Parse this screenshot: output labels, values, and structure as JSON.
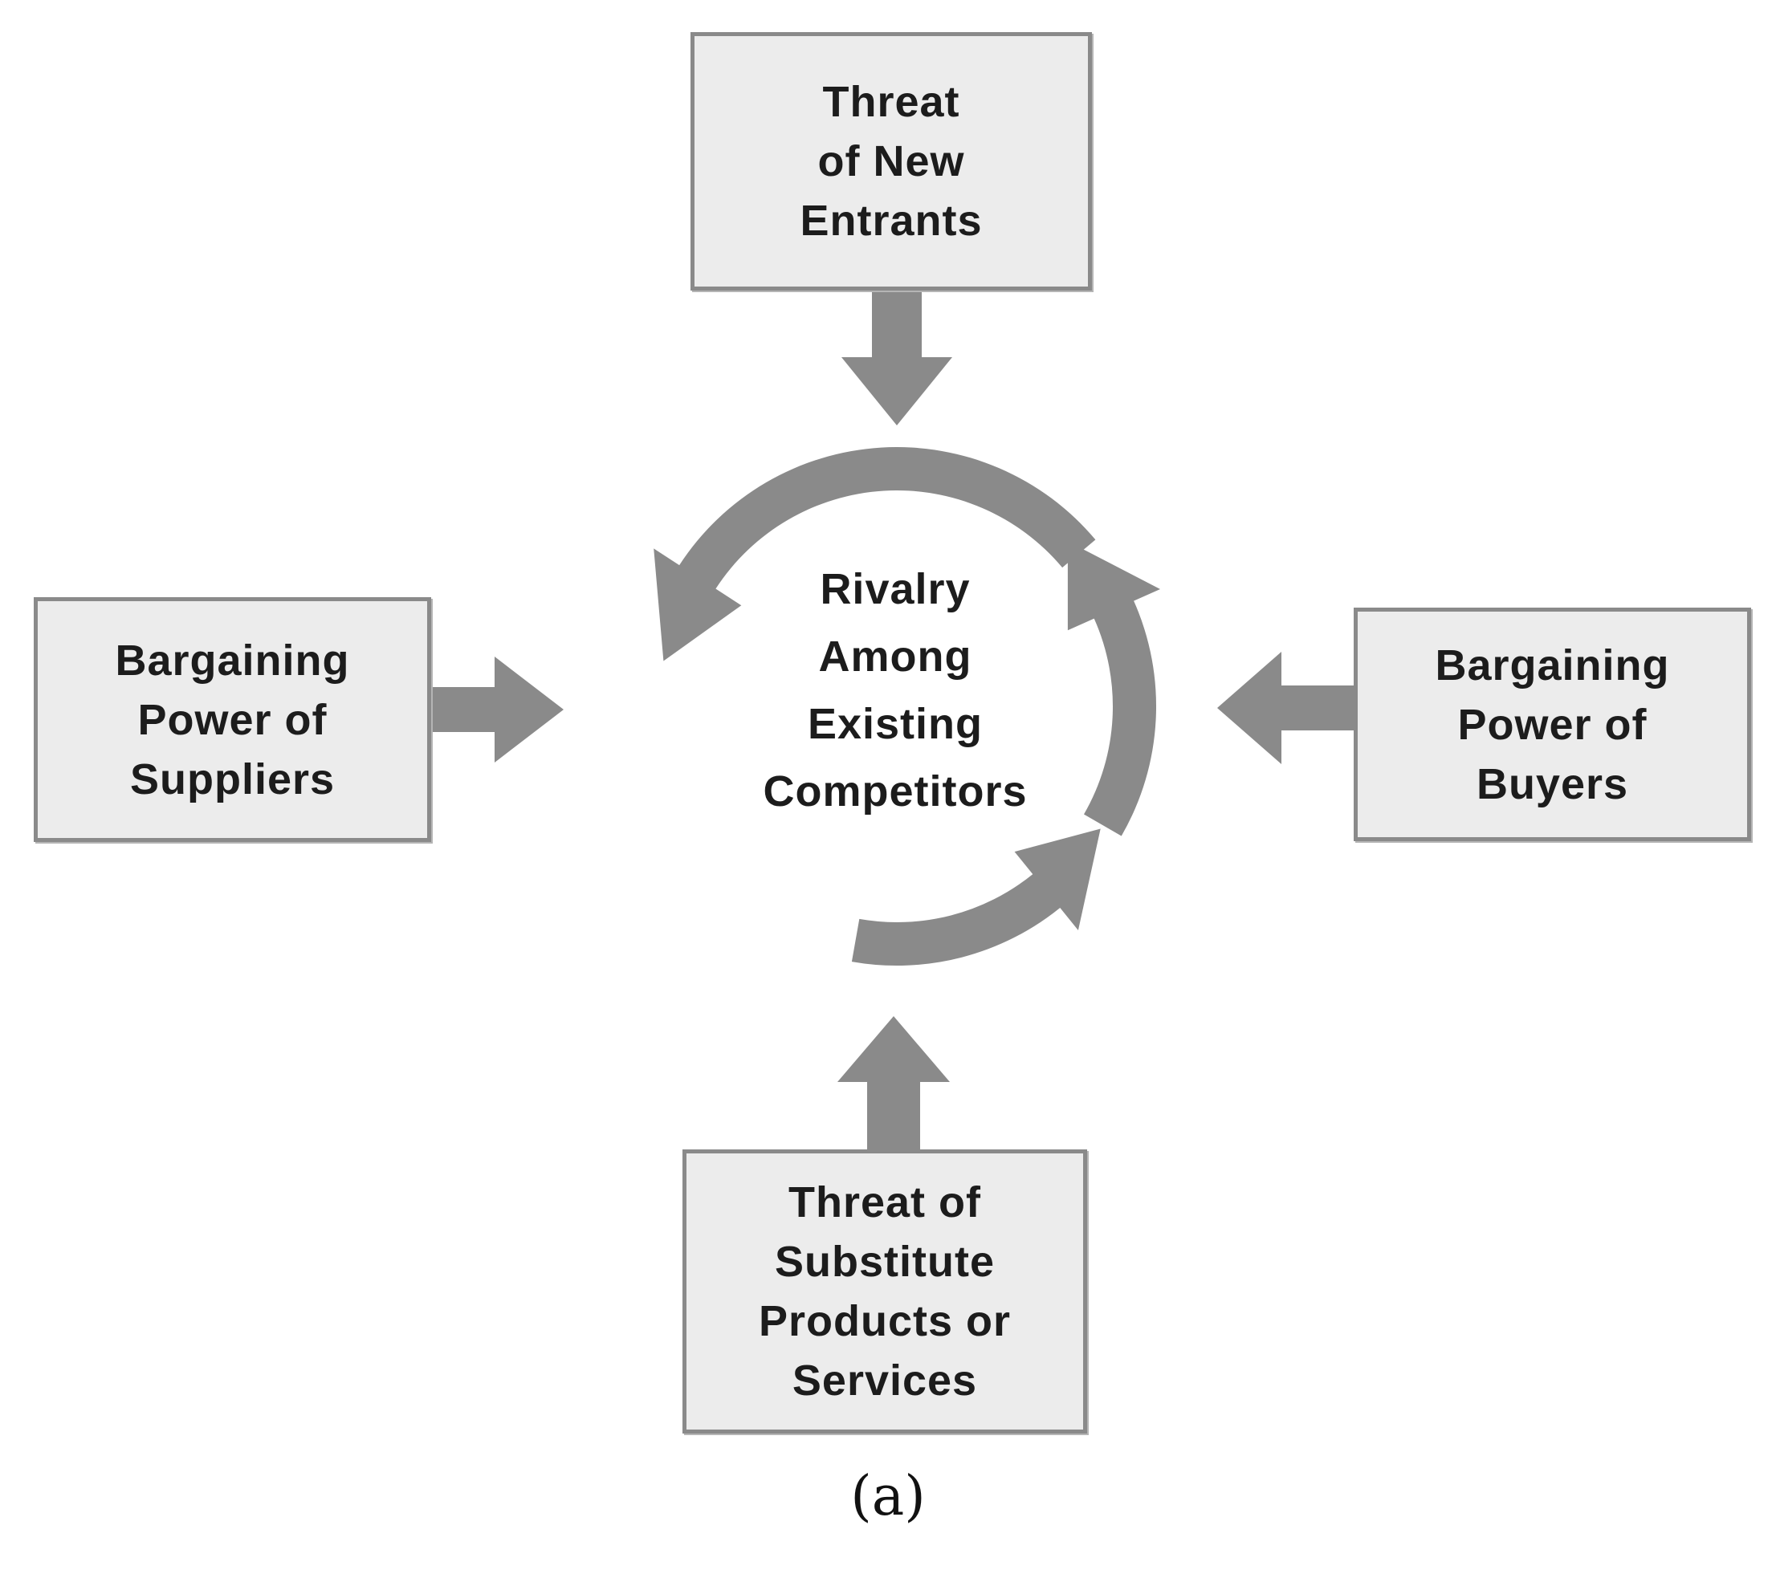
{
  "forces": {
    "top": {
      "lines": [
        "Threat",
        "of New",
        "Entrants"
      ]
    },
    "left": {
      "lines": [
        "Bargaining",
        "Power of",
        "Suppliers"
      ]
    },
    "right": {
      "lines": [
        "Bargaining",
        "Power of",
        "Buyers"
      ]
    },
    "bottom": {
      "lines": [
        "Threat of",
        "Substitute",
        "Products or",
        "Services"
      ]
    }
  },
  "center": {
    "lines": [
      "Rivalry",
      "Among",
      "Existing",
      "Competitors"
    ]
  },
  "caption": "(a)",
  "colors": {
    "arrow": "#8a8a8a",
    "box_fill": "#ececec",
    "box_border": "#8a8a8a",
    "text": "#1c1c1c"
  },
  "icons": {
    "arrows": [
      "arrow-down-icon",
      "arrow-right-icon",
      "arrow-left-icon",
      "arrow-up-icon"
    ],
    "cycle": "cycle-arrows-icon"
  }
}
